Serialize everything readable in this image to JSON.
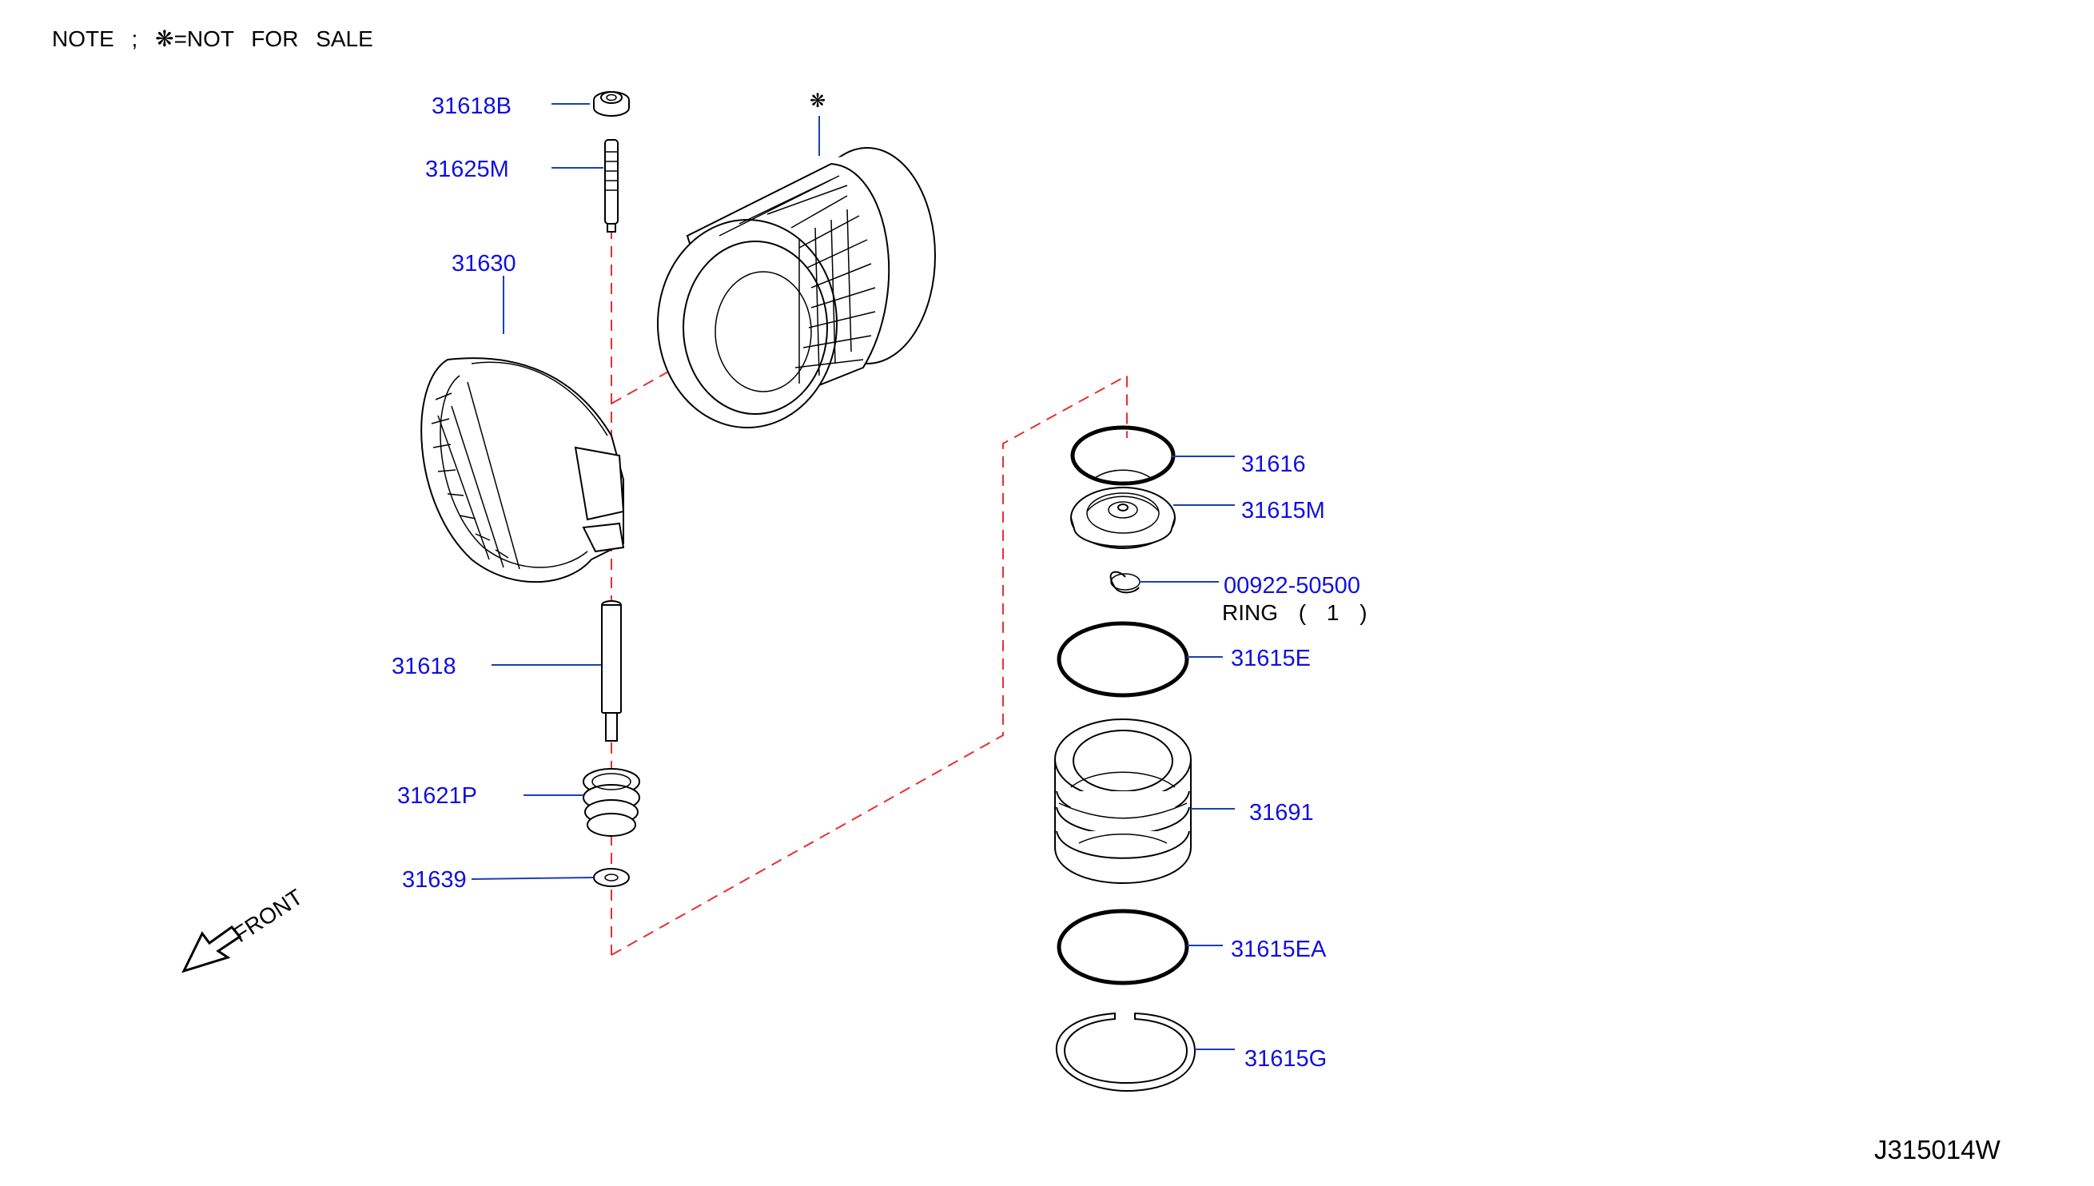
{
  "note": {
    "text": "NOTE ; ❋=NOT FOR SALE"
  },
  "not_for_sale_symbol": "❋",
  "front_label": "FRONT",
  "diagram_id": "J315014W",
  "parts": {
    "p31618B": "31618B",
    "p31625M": "31625M",
    "p31630": "31630",
    "p31618": "31618",
    "p31621P": "31621P",
    "p31639": "31639",
    "p31616": "31616",
    "p31615M": "31615M",
    "p00922": "00922-50500",
    "p00922_sub": "RING ( 1 )",
    "p31615E": "31615E",
    "p31691": "31691",
    "p31615EA": "31615EA",
    "p31615G": "31615G"
  },
  "colors": {
    "label": "#1010e0",
    "leader": "#1a3fb8",
    "hidden_line": "#e83030",
    "line_art": "#000000"
  },
  "icons": [
    "front-arrow-icon",
    "not-for-sale-symbol-icon"
  ]
}
